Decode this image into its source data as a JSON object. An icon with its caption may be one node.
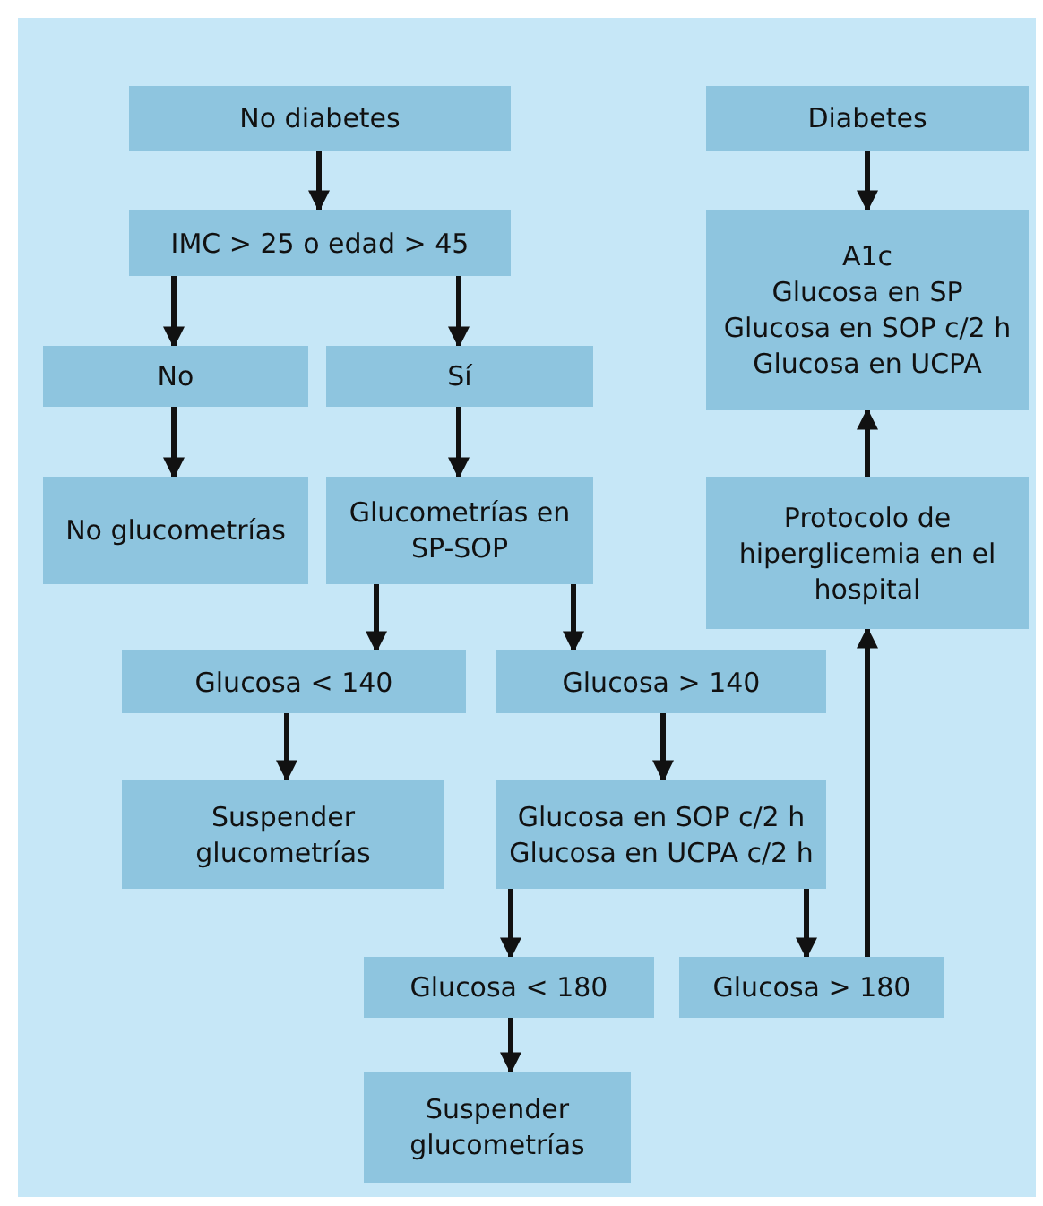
{
  "diagram": {
    "nodes": [
      {
        "text": [
          "No diabetes"
        ]
      },
      {
        "text": [
          "IMC > 25 o edad > 45"
        ]
      },
      {
        "text": [
          "No"
        ]
      },
      {
        "text": [
          "Sí"
        ]
      },
      {
        "text": [
          "No glucometrías"
        ]
      },
      {
        "text": [
          "Glucometrías en SP-SOP"
        ]
      },
      {
        "text": [
          "Glucosa < 140"
        ]
      },
      {
        "text": [
          "Glucosa > 140"
        ]
      },
      {
        "text": [
          "Suspender glucometrías"
        ]
      },
      {
        "text": [
          "Glucosa en SOP c/2 h",
          "Glucosa en UCPA c/2 h"
        ]
      },
      {
        "text": [
          "Glucosa < 180"
        ]
      },
      {
        "text": [
          "Glucosa > 180"
        ]
      },
      {
        "text": [
          "Suspender glucometrías"
        ]
      },
      {
        "text": [
          "Diabetes"
        ]
      },
      {
        "text": [
          "A1c",
          "Glucosa en SP",
          "Glucosa en SOP c/2 h",
          "Glucosa en UCPA"
        ]
      },
      {
        "text": [
          "Protocolo de hiperglicemia en el hospital"
        ]
      }
    ],
    "edges": [
      {
        "from": 0,
        "to": 1,
        "arrow": "to"
      },
      {
        "from": 1,
        "to": 2,
        "arrow": "to"
      },
      {
        "from": 1,
        "to": 3,
        "arrow": "to"
      },
      {
        "from": 2,
        "to": 4,
        "arrow": "to"
      },
      {
        "from": 3,
        "to": 5,
        "arrow": "to"
      },
      {
        "from": 5,
        "to": 6,
        "arrow": "to"
      },
      {
        "from": 5,
        "to": 7,
        "arrow": "to"
      },
      {
        "from": 6,
        "to": 8,
        "arrow": "to"
      },
      {
        "from": 7,
        "to": 9,
        "arrow": "to"
      },
      {
        "from": 9,
        "to": 10,
        "arrow": "to"
      },
      {
        "from": 9,
        "to": 11,
        "arrow": "to"
      },
      {
        "from": 10,
        "to": 12,
        "arrow": "to"
      },
      {
        "from": 11,
        "to": 15,
        "arrow": "to"
      },
      {
        "from": 15,
        "to": 14,
        "arrow": "to"
      },
      {
        "from": 13,
        "to": 14,
        "arrow": "to"
      }
    ]
  }
}
